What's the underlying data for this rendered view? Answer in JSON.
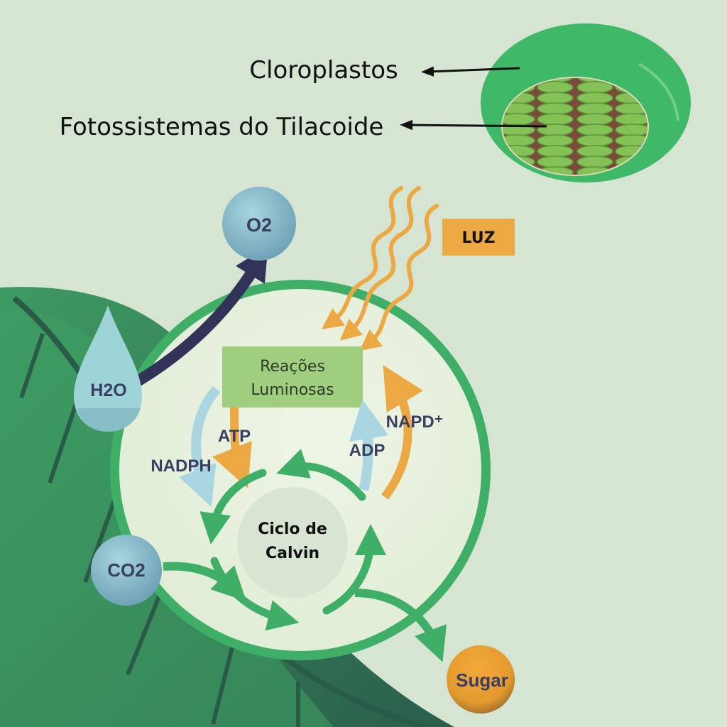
{
  "labels": {
    "chloroplasts": "Cloroplastos",
    "thylakoid": "Fotossistemas do Tilacoide",
    "light": "LUZ",
    "light_reactions_line1": "Reações",
    "light_reactions_line2": "Luminosas",
    "calvin_line1": "Ciclo de",
    "calvin_line2": "Calvin",
    "o2": "O2",
    "h2o": "H2O",
    "co2": "CO2",
    "sugar": "Sugar",
    "atp": "ATP",
    "nadph": "NADPH",
    "adp": "ADP",
    "napd": "NAPD⁺"
  },
  "colors": {
    "background": "#d6e5d2",
    "leaf_dark": "#2f7a57",
    "leaf_mid": "#3fae66",
    "cell_fill": "#e6f0dc",
    "light_arrow": "#eca842",
    "calvin_arrow": "#3fae66",
    "o2_arrow": "#33335a",
    "light_blue_arrow": "#a9d6e0",
    "reactions_box": "#9fcf7e",
    "luz_box": "#eca842"
  }
}
